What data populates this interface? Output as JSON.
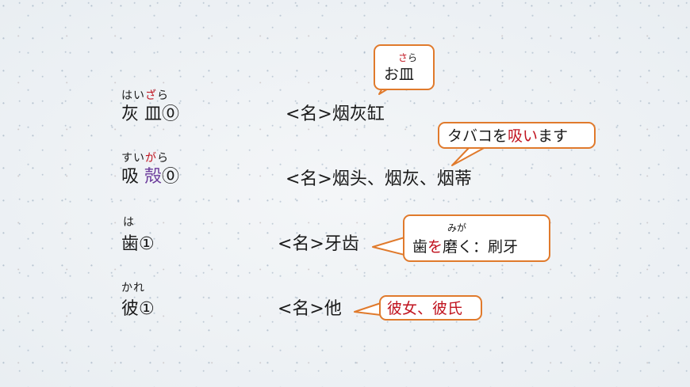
{
  "theme": {
    "accent_red": "#c0121e",
    "accent_purple": "#6b3a9b",
    "callout_border": "#e07a2c"
  },
  "entries": [
    {
      "reading_a": "はい",
      "reading_b": "ざ",
      "reading_c": "ら",
      "word_a": "灰 皿",
      "word_b": "",
      "word_c": "⓪",
      "meaning": "<名>烟灰缸"
    },
    {
      "reading_a": "すい",
      "reading_b": "が",
      "reading_c": "ら",
      "word_a": "吸 ",
      "word_b": "殻",
      "word_c": "⓪",
      "meaning": "<名>烟头、烟灰、烟蒂"
    },
    {
      "reading_a": "は",
      "word_a": "歯",
      "word_c": "①",
      "meaning": "<名>牙齿"
    },
    {
      "reading_a": "かれ",
      "word_a": "彼",
      "word_c": "①",
      "meaning": "<名>他"
    }
  ],
  "callouts": {
    "sara": {
      "ruby_a": "さ",
      "ruby_b": "ら",
      "text": "お皿"
    },
    "tabako": {
      "text_a": "タバコを",
      "text_b": "吸い",
      "text_c": "ます"
    },
    "hamigaku": {
      "ruby": "みが",
      "text_a": "歯",
      "text_b": "を",
      "text_c": "磨く：刷牙"
    },
    "kanojo": {
      "text": "彼女、彼氏"
    }
  }
}
